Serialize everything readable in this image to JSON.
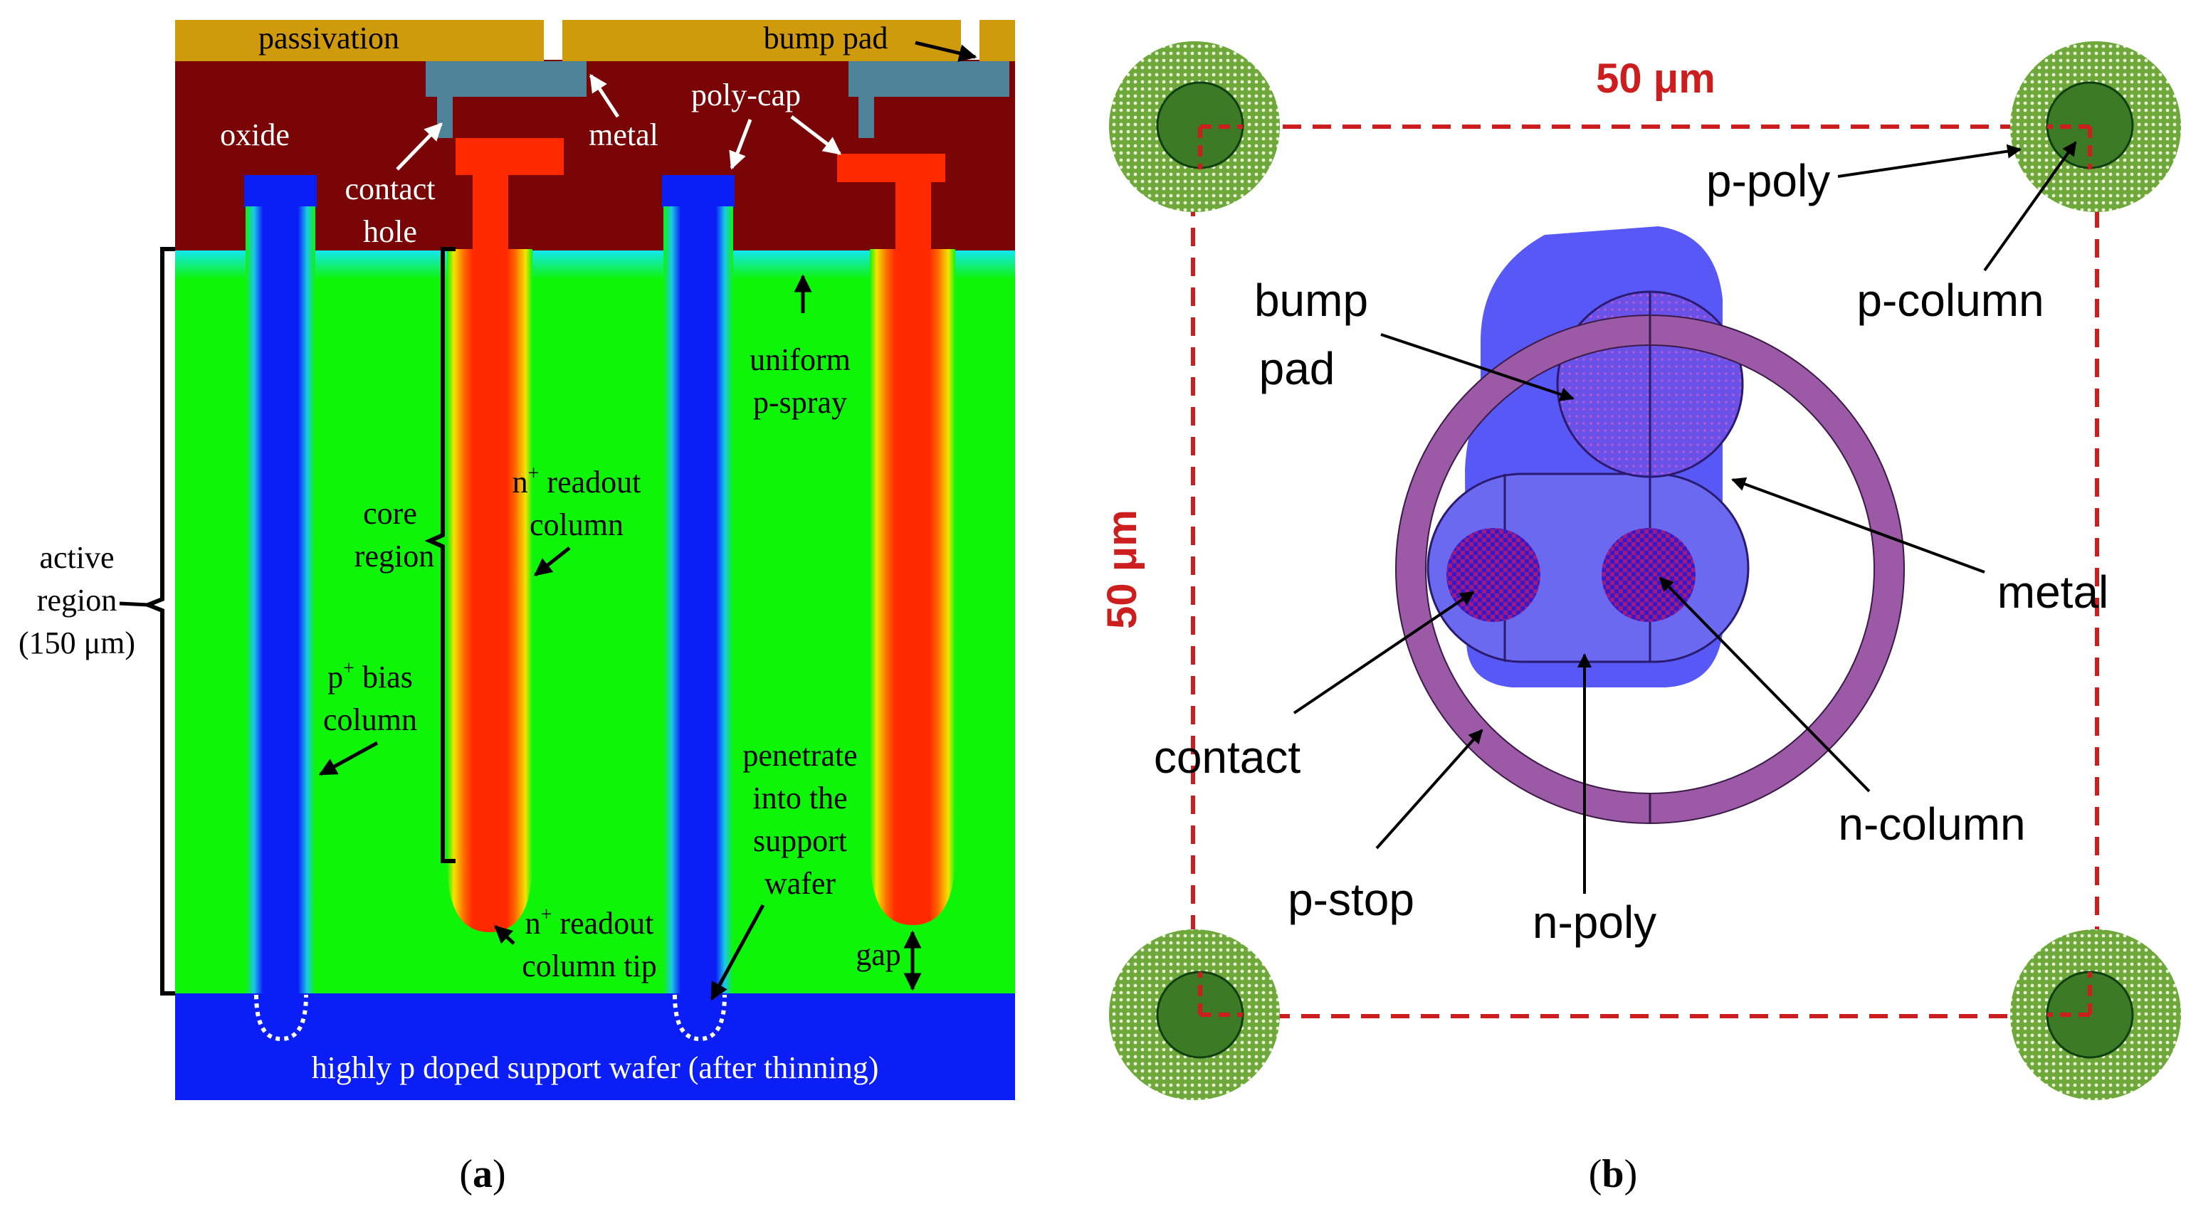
{
  "panel_a": {
    "caption": "(a)",
    "passivation": "passivation",
    "bump_pad": "bump pad",
    "oxide": "oxide",
    "metal": "metal",
    "poly_cap": "poly-cap",
    "contact_hole_1": "contact",
    "contact_hole_2": "hole",
    "uniform_1": "uniform",
    "uniform_2": "p-spray",
    "active_1": "active",
    "active_2": "region",
    "active_3": "(150 μm)",
    "core_1": "core",
    "core_2": "region",
    "nreadout_1a": "n",
    "nreadout_1b": "+",
    "nreadout_1c": " readout",
    "nreadout_2": "column",
    "pbias_1a": "p",
    "pbias_1b": "+",
    "pbias_1c": " bias",
    "pbias_2": "column",
    "penetrate_1": "penetrate",
    "penetrate_2": "into the",
    "penetrate_3": "support",
    "penetrate_4": "wafer",
    "tip_1a": "n",
    "tip_1b": "+",
    "tip_1c": " readout",
    "tip_2": "column tip",
    "gap": "gap",
    "wafer": "highly p doped support wafer (after thinning)"
  },
  "panel_b": {
    "caption": "(b)",
    "dim_top": "50 μm",
    "dim_left": "50 μm",
    "p_poly": "p-poly",
    "p_column": "p-column",
    "bump_1": "bump",
    "bump_2": "pad",
    "metal": "metal",
    "contact": "contact",
    "p_stop": "p-stop",
    "n_poly": "n-poly",
    "n_column": "n-column"
  },
  "colors": {
    "passivation": "#CF9A0C",
    "oxide": "#7A0506",
    "metal": "#4D8298",
    "silicon": "#0EF50A",
    "p_column": "#0A1EF5",
    "n_column": "#FF2A00",
    "p_stop": "#9B59A6",
    "n_metal": "#5C5CF5",
    "dim_red": "#CC1E1E",
    "green_dot": "#7FB03E"
  }
}
